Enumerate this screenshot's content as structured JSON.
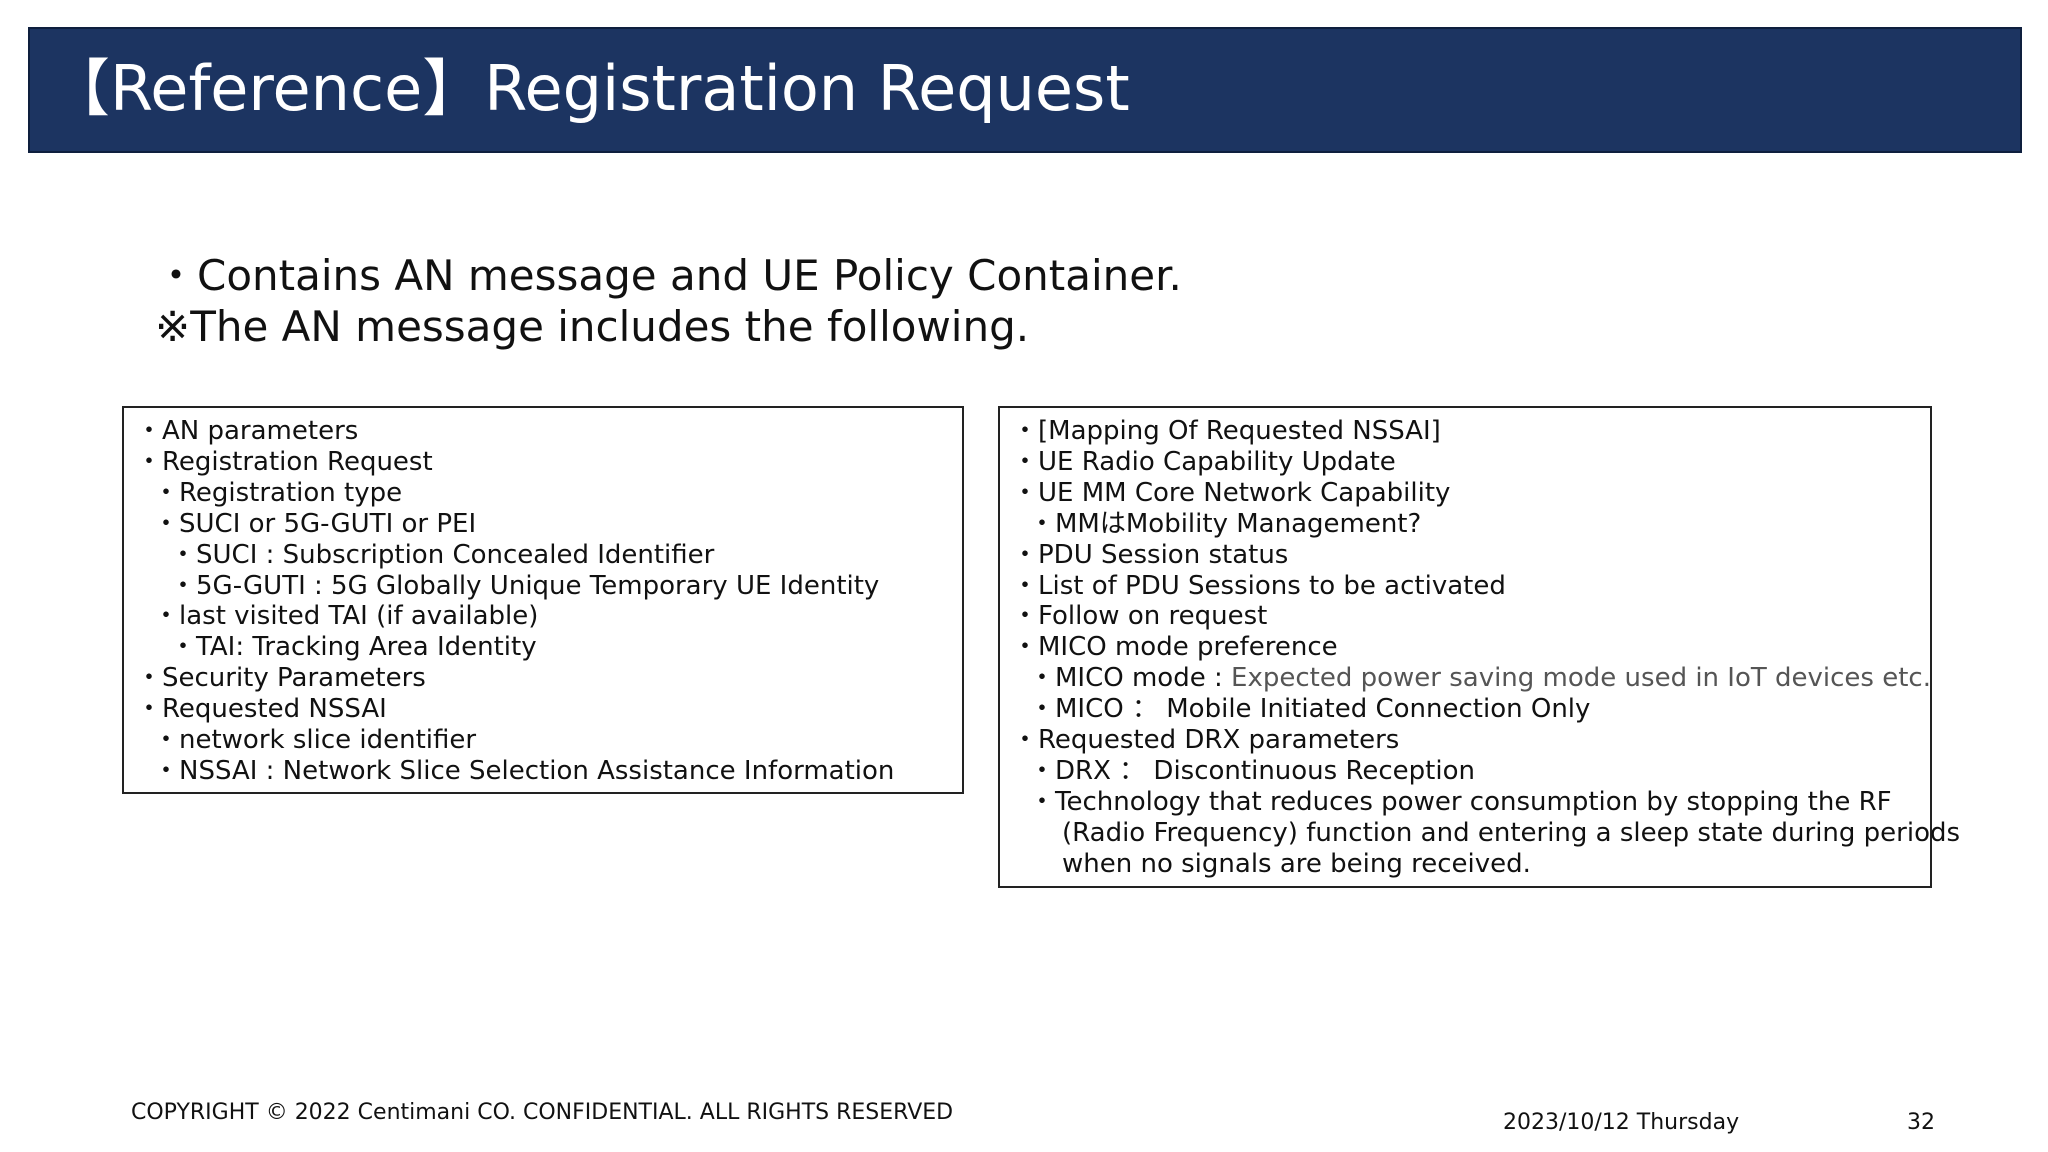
{
  "slide": {
    "title": "【Reference】Registration Request",
    "intro": [
      "・Contains AN message and UE Policy Container.",
      "※The AN message includes the following."
    ],
    "left_box": [
      "・AN parameters",
      "・Registration Request",
      "・Registration type",
      "・SUCI or 5G-GUTI or PEI",
      "・SUCI : Subscription Concealed Identifier",
      "・5G-GUTI : 5G Globally Unique Temporary UE Identity",
      "・last visited TAI (if available)",
      "・TAI: Tracking Area Identity",
      "・Security Parameters",
      "・Requested NSSAI",
      "・network slice identifier",
      "・NSSAI : Network Slice Selection Assistance Information"
    ],
    "right_box": [
      "・[Mapping Of Requested NSSAI]",
      "・UE Radio Capability Update",
      "・UE MM Core Network Capability",
      "・MMはMobility Management?",
      "・PDU Session status",
      "・List of PDU Sessions to be activated",
      "・Follow on request",
      "・MICO mode preference",
      "・MICO mode : ",
      "Expected power saving mode used in IoT devices etc.",
      "・MICO ： Mobile Initiated Connection Only",
      "・Requested DRX parameters",
      "・DRX ： Discontinuous Reception",
      "・Technology that reduces power consumption by stopping the RF",
      "(Radio Frequency) function and entering a sleep state during periods",
      "when no signals are being received."
    ]
  },
  "footer": {
    "copyright": "COPYRIGHT © 2022 Centimani CO. CONFIDENTIAL. ALL RIGHTS RESERVED",
    "date": "2023/10/12 Thursday",
    "page_number": "32"
  },
  "colors": {
    "title_bar": "#1c3461",
    "title_text": "#ffffff",
    "muted_text": "#555555"
  }
}
